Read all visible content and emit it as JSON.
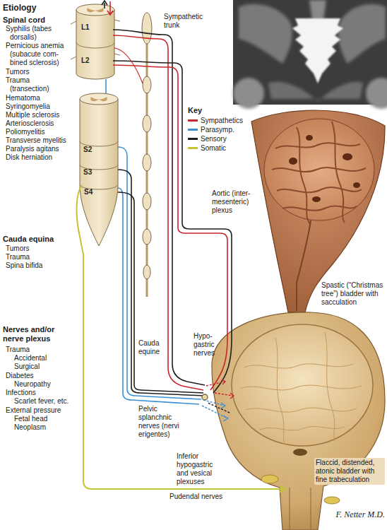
{
  "diagram": {
    "title": "Etiology",
    "labels": [
      "Spinal cord",
      "Syphilis (tabes dorsalis)",
      "Pernicious anemia (subacute com- bined sclerosis)",
      "Tumors",
      "Trauma (transection)",
      "Hematoma",
      "Syringomyelia",
      "Multiple sclerosis",
      "Arteriosclerosis",
      "Poliomyelitis",
      "Transverse myelitis",
      "Paralysis agitans",
      "Disk herniation",
      "Cauda equina",
      "Tumors",
      "Trauma",
      "Spina bifida",
      "Nerves and/or nerve plexus",
      "Trauma",
      "Accidental",
      "Surgical",
      "Diabetes",
      "Neuropathy",
      "Infections",
      "Scarlet fever, etc.",
      "External pressure",
      "Fetal head",
      "Neoplasm",
      "L1",
      "L2",
      "S2",
      "S3",
      "S4",
      "Sympathetic trunk",
      "Key",
      "Aortic (inter- mesenteric) plexus",
      "Spastic (“Christmas tree”) bladder with sacculation",
      "Cauda equine",
      "Hypo- gastric nerves",
      "Pelvic splanchnic nerves (nervi erigentes)",
      "Inferior hypogastric and vesical plexuses",
      "Flaccid, distended, atonic bladder with fine trabeculation",
      "Pudendal nerves",
      "F. Netter M.D."
    ],
    "legend": [
      {
        "text": "Sympathetics",
        "color": "#c8262c"
      },
      {
        "text": "Parasymp.",
        "color": "#3b8fd4"
      },
      {
        "text": "Sensory",
        "color": "#1e1e1e"
      },
      {
        "text": "Somatic",
        "color": "#c4c434"
      }
    ]
  }
}
